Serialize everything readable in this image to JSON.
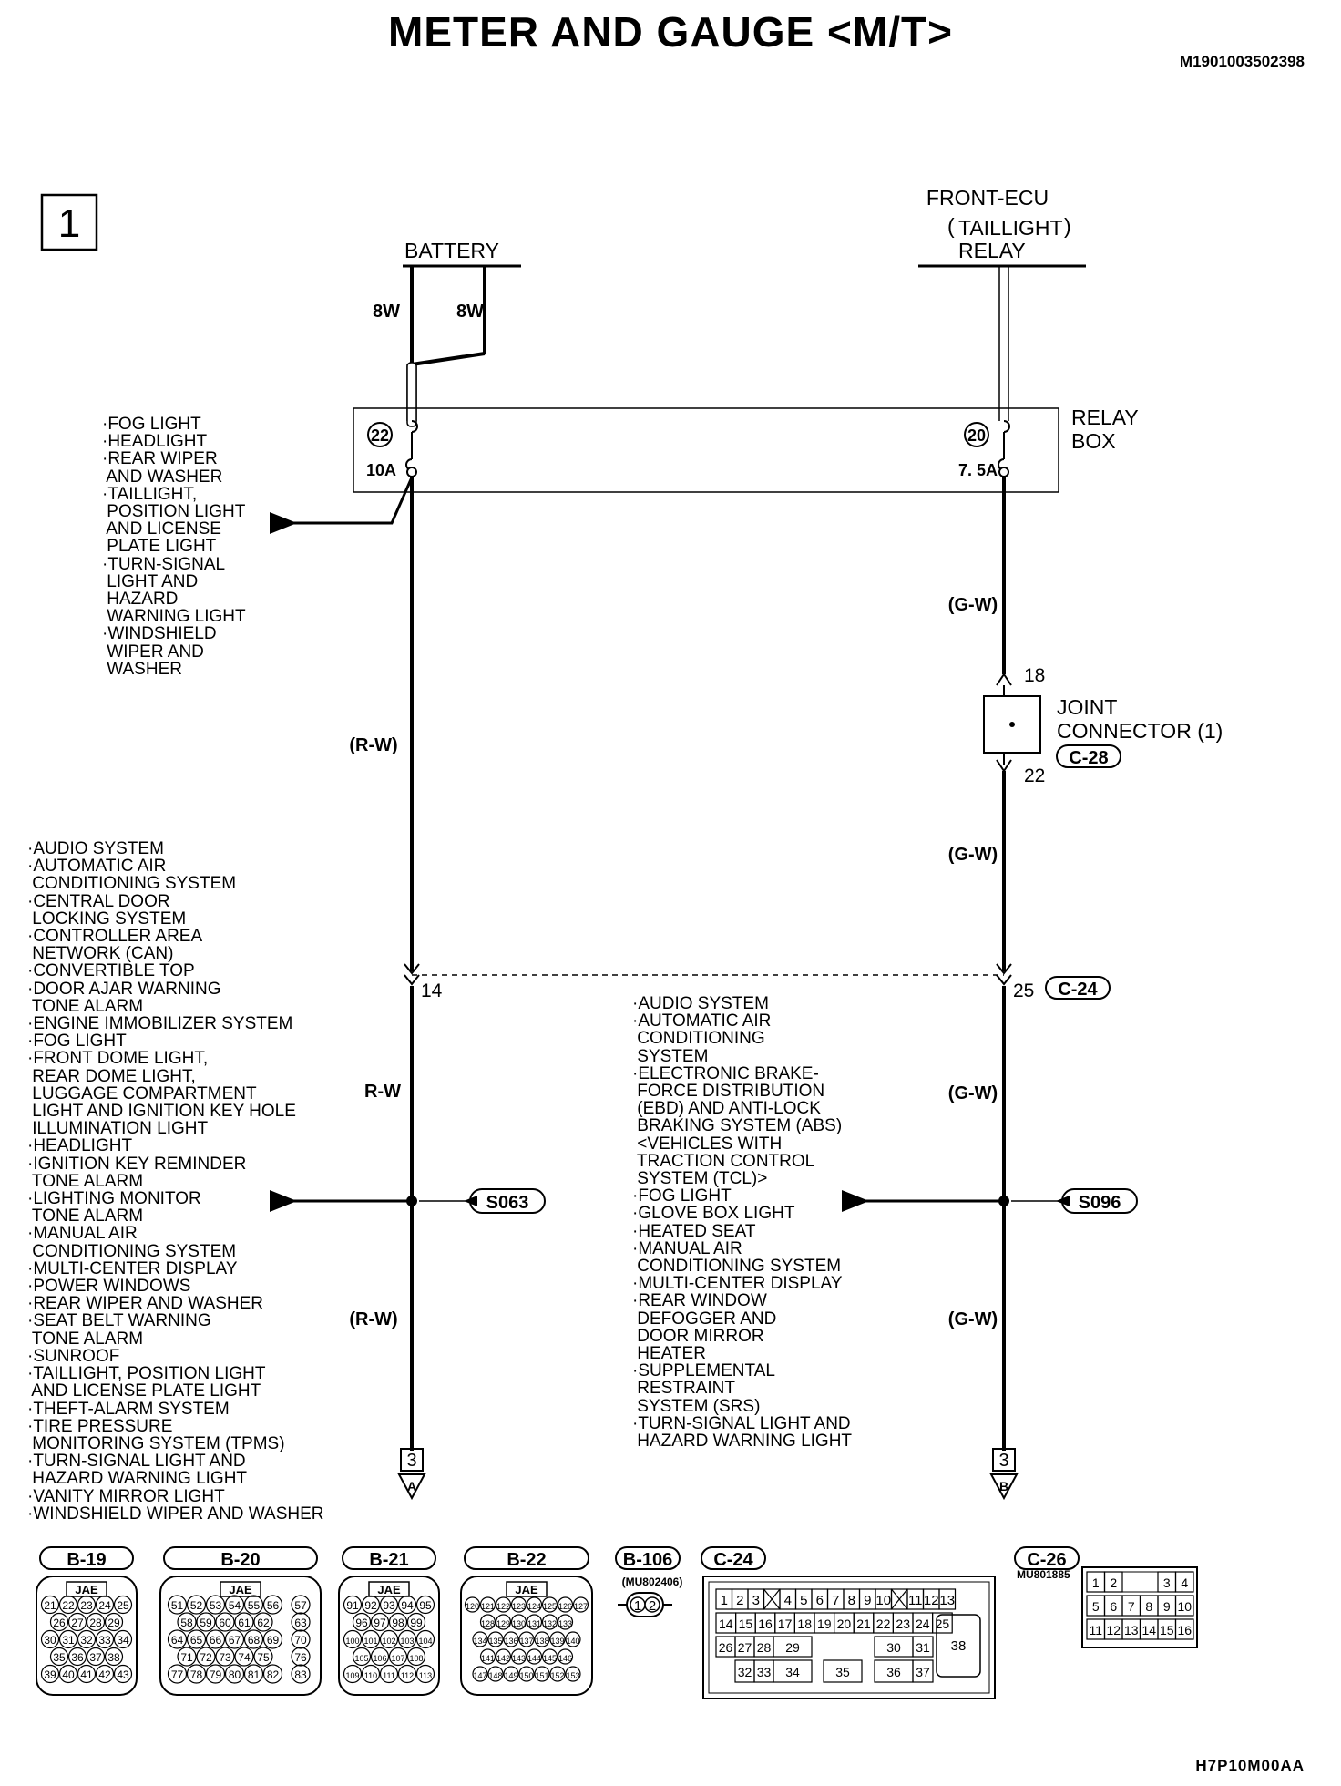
{
  "title": "METER AND GAUGE <M/T>",
  "doc_id": "M1901003502398",
  "figure_id": "H7P10M00AA",
  "page_box": "1",
  "sources": {
    "battery": "BATTERY",
    "front_ecu": "FRONT-ECU",
    "taillight_relay_line1": "TAILLIGHT",
    "taillight_relay_line2": "RELAY"
  },
  "wires": {
    "battery_left": "8W",
    "battery_right": "8W",
    "rw_paren": "(R-W)",
    "rw": "R-W",
    "gw_paren": "(G-W)"
  },
  "relay_box": {
    "label_line1": "RELAY",
    "label_line2": "BOX",
    "fuse_left_num": "22",
    "fuse_left_amp": "10A",
    "fuse_right_num": "20",
    "fuse_right_amp": "7. 5A"
  },
  "joint_connector": {
    "line1": "JOINT",
    "line2": "CONNECTOR (1)",
    "code": "C-28",
    "pin_in": "18",
    "pin_out": "22"
  },
  "connector_c24": {
    "pin_left": "14",
    "pin_right": "25",
    "code": "C-24"
  },
  "splices": {
    "left": "S063",
    "right": "S096"
  },
  "continuation": {
    "page": "3",
    "left": "A",
    "right": "B"
  },
  "lists": {
    "fuse22_circuits": [
      "·FOG LIGHT",
      "·HEADLIGHT",
      "·REAR WIPER",
      " AND WASHER",
      "·TAILLIGHT,",
      " POSITION LIGHT",
      " AND LICENSE",
      " PLATE LIGHT",
      "·TURN-SIGNAL",
      " LIGHT AND",
      " HAZARD",
      " WARNING LIGHT",
      "·WINDSHIELD",
      " WIPER AND",
      " WASHER"
    ],
    "s063_circuits": [
      "·AUDIO SYSTEM",
      "·AUTOMATIC AIR",
      " CONDITIONING SYSTEM",
      "·CENTRAL DOOR",
      " LOCKING SYSTEM",
      "·CONTROLLER AREA",
      " NETWORK (CAN)",
      "·CONVERTIBLE TOP",
      "·DOOR AJAR WARNING",
      " TONE ALARM",
      "·ENGINE IMMOBILIZER SYSTEM",
      "·FOG LIGHT",
      "·FRONT DOME LIGHT,",
      " REAR DOME LIGHT,",
      " LUGGAGE COMPARTMENT",
      " LIGHT AND IGNITION KEY HOLE",
      " ILLUMINATION LIGHT",
      "·HEADLIGHT",
      "·IGNITION KEY REMINDER",
      " TONE ALARM",
      "·LIGHTING MONITOR",
      " TONE ALARM",
      "·MANUAL AIR",
      " CONDITIONING SYSTEM",
      "·MULTI-CENTER DISPLAY",
      "·POWER WINDOWS",
      "·REAR WIPER AND WASHER",
      "·SEAT BELT WARNING",
      " TONE ALARM",
      "·SUNROOF",
      "·TAILLIGHT, POSITION LIGHT",
      " AND LICENSE PLATE LIGHT",
      "·THEFT-ALARM SYSTEM",
      "·TIRE PRESSURE",
      " MONITORING SYSTEM (TPMS)",
      "·TURN-SIGNAL LIGHT AND",
      " HAZARD WARNING LIGHT",
      "·VANITY MIRROR LIGHT",
      "·WINDSHIELD WIPER AND WASHER"
    ],
    "s096_circuits": [
      "·AUDIO SYSTEM",
      "·AUTOMATIC AIR",
      " CONDITIONING",
      " SYSTEM",
      "·ELECTRONIC BRAKE-",
      " FORCE DISTRIBUTION",
      " (EBD) AND ANTI-LOCK",
      " BRAKING SYSTEM (ABS)",
      " <VEHICLES WITH",
      " TRACTION CONTROL",
      " SYSTEM (TCL)>",
      "·FOG LIGHT",
      "·GLOVE BOX LIGHT",
      "·HEATED SEAT",
      "·MANUAL AIR",
      " CONDITIONING SYSTEM",
      "·MULTI-CENTER DISPLAY",
      "·REAR WINDOW",
      " DEFOGGER AND",
      " DOOR MIRROR",
      " HEATER",
      "·SUPPLEMENTAL",
      " RESTRAINT",
      " SYSTEM (SRS)",
      "·TURN-SIGNAL LIGHT AND",
      " HAZARD WARNING LIGHT"
    ]
  },
  "connectors": {
    "b19": {
      "code": "B-19",
      "maker": "JAE",
      "rows": [
        [
          "21",
          "22",
          "23",
          "24",
          "25"
        ],
        [
          "26",
          "27",
          "28",
          "29"
        ],
        [
          "30",
          "31",
          "32",
          "33",
          "34"
        ],
        [
          "35",
          "36",
          "37",
          "38"
        ],
        [
          "39",
          "40",
          "41",
          "42",
          "43"
        ]
      ]
    },
    "b20": {
      "code": "B-20",
      "maker": "JAE",
      "rows": [
        [
          "51",
          "52",
          "53",
          "54",
          "55",
          "56"
        ],
        [
          "58",
          "59",
          "60",
          "61",
          "62"
        ],
        [
          "64",
          "65",
          "66",
          "67",
          "68",
          "69"
        ],
        [
          "71",
          "72",
          "73",
          "74",
          "75"
        ],
        [
          "77",
          "78",
          "79",
          "80",
          "81",
          "82"
        ]
      ],
      "side": [
        "57",
        "63",
        "70",
        "76",
        "83"
      ]
    },
    "b21": {
      "code": "B-21",
      "maker": "JAE",
      "rows": [
        [
          "91",
          "92",
          "93",
          "94",
          "95"
        ],
        [
          "96",
          "97",
          "98",
          "99"
        ],
        [
          "100",
          "101",
          "102",
          "103",
          "104"
        ],
        [
          "105",
          "106",
          "107",
          "108"
        ],
        [
          "109",
          "110",
          "111",
          "112",
          "113"
        ]
      ]
    },
    "b22": {
      "code": "B-22",
      "maker": "JAE",
      "rows": [
        [
          "120",
          "121",
          "122",
          "123",
          "124",
          "125",
          "126",
          "127"
        ],
        [
          "128",
          "129",
          "130",
          "131",
          "132",
          "133"
        ],
        [
          "134",
          "135",
          "136",
          "137",
          "138",
          "139",
          "140"
        ],
        [
          "141",
          "142",
          "143",
          "144",
          "145",
          "146"
        ],
        [
          "147",
          "148",
          "149",
          "150",
          "151",
          "152",
          "153"
        ]
      ]
    },
    "b106": {
      "code": "B-106",
      "part": "(MU802406)",
      "pins": [
        "1",
        "2"
      ]
    },
    "c24": {
      "code": "C-24",
      "row1": [
        "1",
        "2",
        "3",
        "",
        "4",
        "5",
        "6",
        "7",
        "8",
        "9",
        "10",
        "",
        "11",
        "12",
        "13"
      ],
      "row2": [
        "14",
        "15",
        "16",
        "17",
        "18",
        "19",
        "20",
        "21",
        "22",
        "23",
        "24",
        "25"
      ],
      "row3": [
        "26",
        "27",
        "28",
        "29",
        "30",
        "31"
      ],
      "row4": [
        "32",
        "33",
        "34",
        "35",
        "36",
        "37"
      ],
      "big": "38"
    },
    "c26": {
      "code": "C-26",
      "part": "MU801885",
      "row1": [
        "1",
        "2",
        "",
        "3",
        "4"
      ],
      "row2": [
        "5",
        "6",
        "7",
        "8",
        "9",
        "10"
      ],
      "row3": [
        "11",
        "12",
        "13",
        "14",
        "15",
        "16"
      ]
    }
  },
  "colors": {
    "ink": "#000000",
    "paper": "#ffffff"
  }
}
